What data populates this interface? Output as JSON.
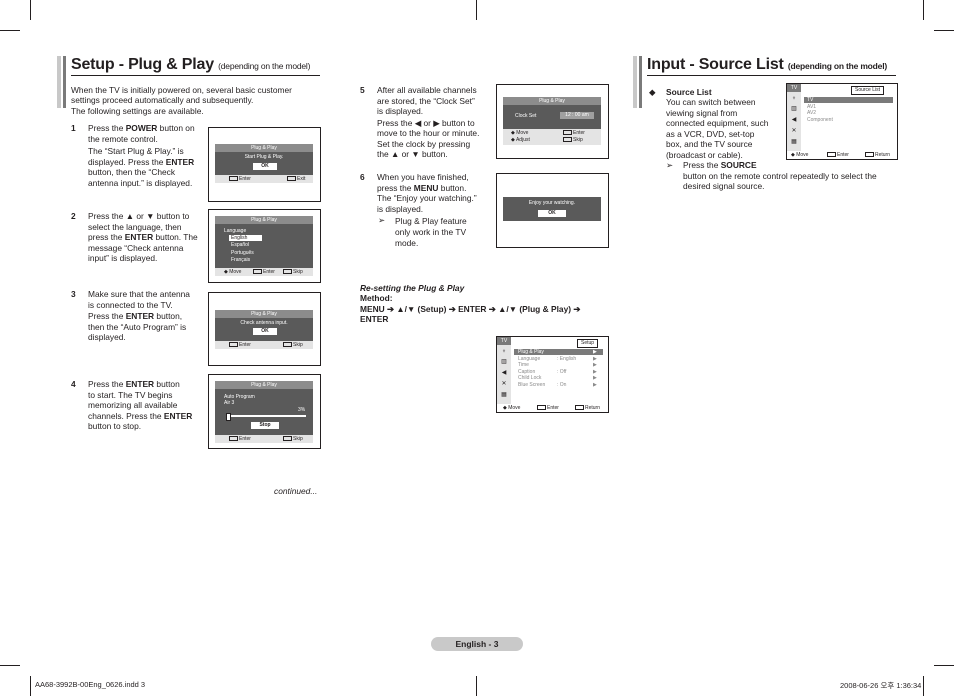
{
  "left": {
    "title": "Setup - Plug & Play",
    "title_sub": "(depending on the model)",
    "intro1": "When the TV is initially powered on, several basic customer",
    "intro2": "settings proceed automatically and subsequently.",
    "intro3": "The following settings are available.",
    "steps": [
      {
        "num": "1",
        "lines": [
          "Press the <b>POWER</b> button on",
          "the remote control.",
          "The “Start Plug & Play.” is",
          "displayed. Press the <b>ENTER</b>",
          "button, then the “Check",
          "antenna input.” is displayed."
        ]
      },
      {
        "num": "2",
        "lines": [
          "Press the ▲ or ▼ button to",
          "select the language, then",
          "press the <b>ENTER</b> button. The",
          "message “Check antenna",
          "input” is displayed."
        ]
      },
      {
        "num": "3",
        "lines": [
          "Make sure that the antenna",
          "is connected to the TV.",
          "Press the <b>ENTER</b> button,",
          "then the “Auto Program” is",
          "displayed."
        ]
      },
      {
        "num": "4",
        "lines": [
          "Press the <b>ENTER</b> button",
          "to start. The TV begins",
          "memorizing all available",
          "channels. Press the <b>ENTER</b>",
          "button to stop."
        ]
      }
    ],
    "continued": "continued...",
    "osd1": {
      "title": "Plug & Play",
      "msg": "Start Plug & Play.",
      "btn": "OK",
      "enter": "Enter",
      "exit": "Exit"
    },
    "osd2": {
      "title": "Plug & Play",
      "label": "Language",
      "options": [
        "English",
        "Español",
        "Português",
        "Français"
      ],
      "move": "Move",
      "enter": "Enter",
      "skip": "Skip"
    },
    "osd3": {
      "title": "Plug & Play",
      "msg": "Check antenna input.",
      "btn": "OK",
      "enter": "Enter",
      "skip": "Skip"
    },
    "osd4": {
      "title": "Plug & Play",
      "l1": "Auto Program",
      "l2": "Air 3",
      "pct": "3%",
      "progress": 0.03,
      "btn": "Stop",
      "enter": "Enter",
      "skip": "Skip"
    }
  },
  "middle": {
    "steps": [
      {
        "num": "5",
        "lines": [
          "After all available channels",
          "are stored, the “Clock Set”",
          "is displayed.",
          "Press the ◀ or ▶ button to",
          "move to the hour or minute.",
          "Set the clock by pressing",
          "the ▲ or ▼ button."
        ]
      },
      {
        "num": "6",
        "lines": [
          "When you have finished,",
          "press the <b>MENU</b> button.",
          "The “Enjoy your watching.”",
          "is displayed."
        ]
      }
    ],
    "note_lines": [
      "Plug & Play feature",
      "only work in the TV",
      "mode."
    ],
    "reset_title": "Re-setting the Plug & Play",
    "reset_method": "Method:",
    "reset_l1": "MENU ➔ ▲/▼ (Setup) ➔ ENTER ➔ ▲/▼ (Plug & Play) ➔",
    "reset_l2": "ENTER",
    "osd5": {
      "title": "Plug & Play",
      "label": "Clock Set",
      "value": "12 : 00 am",
      "move": "Move",
      "adjust": "Adjust",
      "enter": "Enter",
      "skip": "Skip"
    },
    "osd6": {
      "msg": "Enjoy your watching.",
      "btn": "OK"
    },
    "osd7": {
      "tv": "TV",
      "tab": "Setup",
      "rows": [
        [
          "Plug & Play",
          ""
        ],
        [
          "Language",
          ": English"
        ],
        [
          "Time",
          ""
        ],
        [
          "Caption",
          ": Off"
        ],
        [
          "Child Lock",
          ""
        ],
        [
          "Blue Screen",
          ": On"
        ]
      ],
      "move": "Move",
      "enter": "Enter",
      "return": "Return"
    }
  },
  "right": {
    "title": "Input - Source List",
    "title_sub": "(depending on the model)",
    "bullet_title": "Source List",
    "body_lines": [
      "You can switch between",
      "viewing signal from",
      "connected equipment, such",
      "as a VCR, DVD, set-top",
      "box, and the TV source",
      "(broadcast or cable)."
    ],
    "press_line": "Press the <b>SOURCE</b>",
    "press_l2": "button on the remote control repeatedly to select the",
    "press_l3": "desired signal source.",
    "osd8": {
      "tv": "TV",
      "tab": "Source List",
      "items": [
        "TV",
        "AV1",
        "AV2",
        "Component"
      ],
      "move": "Move",
      "enter": "Enter",
      "return": "Return"
    }
  },
  "page_label": "English - 3",
  "footer_left": "AA68-3992B-00Eng_0626.indd   3",
  "footer_right": "2008-06-26   오후 1:36:34"
}
